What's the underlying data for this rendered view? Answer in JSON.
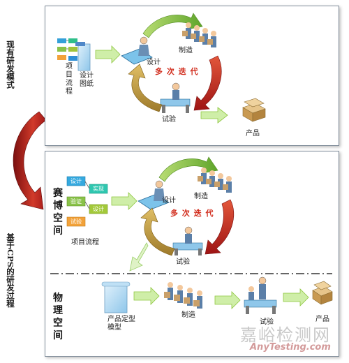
{
  "left_labels": {
    "current_mode": "现有研发模式",
    "cps_process": "基于CPS的研发过程"
  },
  "top_panel": {
    "project_flow": "项目流程",
    "design_drawing": "设计图纸",
    "design": "设计",
    "manufacture": "制造",
    "iteration": "多 次 迭 代",
    "test": "试验",
    "product": "产品"
  },
  "bottom_panel": {
    "cyber_space": "赛博空间",
    "physical_space": "物理空间",
    "project_flow": "项目流程",
    "design": "设计",
    "manufacture_cyber": "制造",
    "iteration": "多 次 迭 代",
    "test_cyber": "试验",
    "product_model": "产品定型模型",
    "manufacture_physical": "制造",
    "test_physical": "试验",
    "product": "产品",
    "flow_boxes": [
      "设计",
      "实现",
      "验证",
      "设计",
      "试验"
    ]
  },
  "watermark": {
    "text": "嘉峪检测网",
    "url": "AnyTesting.com"
  },
  "colors": {
    "green_arrow": "#8ec63f",
    "red_arrow": "#c8282a",
    "tan_arrow": "#c9a24a",
    "light_green_arrow": "#c7e89a",
    "iteration_text": "#d12a1a",
    "panel_border": "#7f8c99"
  }
}
